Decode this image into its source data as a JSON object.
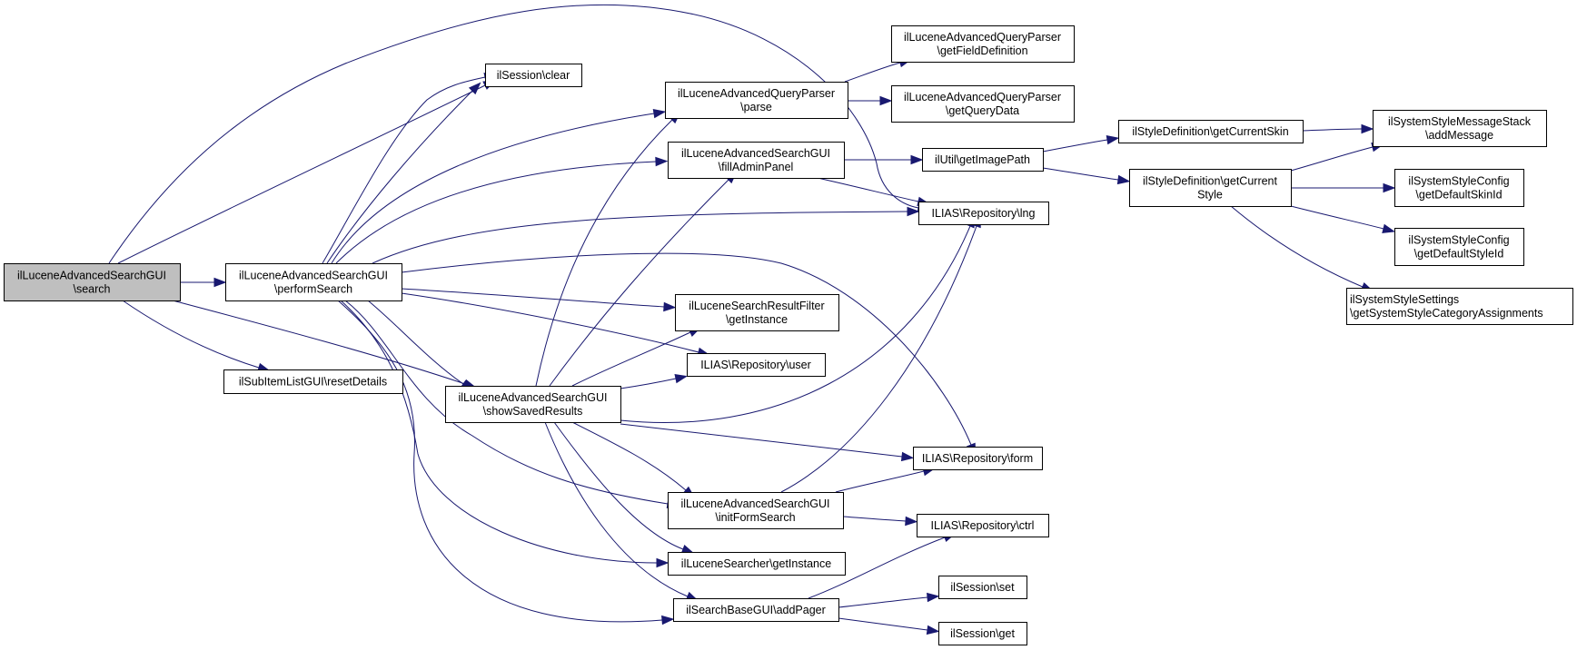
{
  "diagram": {
    "type": "call-graph",
    "colors": {
      "edge": "#191970",
      "root_fill": "#bfbfbf",
      "node_fill": "#ffffff",
      "border": "#000000"
    },
    "nodes": [
      {
        "id": "search",
        "lines": [
          "ilLuceneAdvancedSearchGUI",
          "\\search"
        ],
        "root": true
      },
      {
        "id": "performSearch",
        "lines": [
          "ilLuceneAdvancedSearchGUI",
          "\\performSearch"
        ]
      },
      {
        "id": "resetDetails",
        "lines": [
          "ilSubItemListGUI\\resetDetails"
        ]
      },
      {
        "id": "sessionClear",
        "lines": [
          "ilSession\\clear"
        ]
      },
      {
        "id": "parse",
        "lines": [
          "ilLuceneAdvancedQueryParser",
          "\\parse"
        ]
      },
      {
        "id": "fillAdminPanel",
        "lines": [
          "ilLuceneAdvancedSearchGUI",
          "\\fillAdminPanel"
        ]
      },
      {
        "id": "resultFilter",
        "lines": [
          "ilLuceneSearchResultFilter",
          "\\getInstance"
        ]
      },
      {
        "id": "user",
        "lines": [
          "ILIAS\\Repository\\user"
        ]
      },
      {
        "id": "showSavedResults",
        "lines": [
          "ilLuceneAdvancedSearchGUI",
          "\\showSavedResults"
        ]
      },
      {
        "id": "initFormSearch",
        "lines": [
          "ilLuceneAdvancedSearchGUI",
          "\\initFormSearch"
        ]
      },
      {
        "id": "searcher",
        "lines": [
          "ilLuceneSearcher\\getInstance"
        ]
      },
      {
        "id": "addPager",
        "lines": [
          "ilSearchBaseGUI\\addPager"
        ]
      },
      {
        "id": "getFieldDefinition",
        "lines": [
          "ilLuceneAdvancedQueryParser",
          "\\getFieldDefinition"
        ]
      },
      {
        "id": "getQueryData",
        "lines": [
          "ilLuceneAdvancedQueryParser",
          "\\getQueryData"
        ]
      },
      {
        "id": "getImagePath",
        "lines": [
          "ilUtil\\getImagePath"
        ]
      },
      {
        "id": "lng",
        "lines": [
          "ILIAS\\Repository\\lng"
        ]
      },
      {
        "id": "form",
        "lines": [
          "ILIAS\\Repository\\form"
        ]
      },
      {
        "id": "ctrl",
        "lines": [
          "ILIAS\\Repository\\ctrl"
        ]
      },
      {
        "id": "sessionSet",
        "lines": [
          "ilSession\\set"
        ]
      },
      {
        "id": "sessionGet",
        "lines": [
          "ilSession\\get"
        ]
      },
      {
        "id": "getCurrentSkin",
        "lines": [
          "ilStyleDefinition\\getCurrentSkin"
        ]
      },
      {
        "id": "getCurrentStyle",
        "lines": [
          "ilStyleDefinition\\getCurrent",
          "Style"
        ]
      },
      {
        "id": "addMessage",
        "lines": [
          "ilSystemStyleMessageStack",
          "\\addMessage"
        ]
      },
      {
        "id": "getDefaultSkinId",
        "lines": [
          "ilSystemStyleConfig",
          "\\getDefaultSkinId"
        ]
      },
      {
        "id": "getDefaultStyleId",
        "lines": [
          "ilSystemStyleConfig",
          "\\getDefaultStyleId"
        ]
      },
      {
        "id": "categoryAssignments",
        "lines": [
          "ilSystemStyleSettings",
          "\\getSystemStyleCategoryAssignments"
        ]
      }
    ],
    "edges": [
      {
        "from": "search",
        "to": "performSearch"
      },
      {
        "from": "search",
        "to": "sessionClear"
      },
      {
        "from": "search",
        "to": "lng"
      },
      {
        "from": "search",
        "to": "resetDetails"
      },
      {
        "from": "search",
        "to": "showSavedResults"
      },
      {
        "from": "performSearch",
        "to": "sessionClear"
      },
      {
        "from": "performSearch",
        "to": "parse"
      },
      {
        "from": "performSearch",
        "to": "fillAdminPanel"
      },
      {
        "from": "performSearch",
        "to": "lng"
      },
      {
        "from": "performSearch",
        "to": "form"
      },
      {
        "from": "performSearch",
        "to": "resultFilter"
      },
      {
        "from": "performSearch",
        "to": "user"
      },
      {
        "from": "performSearch",
        "to": "showSavedResults"
      },
      {
        "from": "performSearch",
        "to": "initFormSearch"
      },
      {
        "from": "performSearch",
        "to": "searcher"
      },
      {
        "from": "performSearch",
        "to": "addPager"
      },
      {
        "from": "parse",
        "to": "getFieldDefinition"
      },
      {
        "from": "parse",
        "to": "getQueryData"
      },
      {
        "from": "fillAdminPanel",
        "to": "getImagePath"
      },
      {
        "from": "fillAdminPanel",
        "to": "lng"
      },
      {
        "from": "showSavedResults",
        "to": "parse"
      },
      {
        "from": "showSavedResults",
        "to": "fillAdminPanel"
      },
      {
        "from": "showSavedResults",
        "to": "resultFilter"
      },
      {
        "from": "showSavedResults",
        "to": "user"
      },
      {
        "from": "showSavedResults",
        "to": "lng"
      },
      {
        "from": "showSavedResults",
        "to": "form"
      },
      {
        "from": "showSavedResults",
        "to": "initFormSearch"
      },
      {
        "from": "showSavedResults",
        "to": "searcher"
      },
      {
        "from": "showSavedResults",
        "to": "addPager"
      },
      {
        "from": "initFormSearch",
        "to": "lng"
      },
      {
        "from": "initFormSearch",
        "to": "form"
      },
      {
        "from": "initFormSearch",
        "to": "ctrl"
      },
      {
        "from": "addPager",
        "to": "ctrl"
      },
      {
        "from": "addPager",
        "to": "sessionSet"
      },
      {
        "from": "addPager",
        "to": "sessionGet"
      },
      {
        "from": "getImagePath",
        "to": "getCurrentSkin"
      },
      {
        "from": "getImagePath",
        "to": "getCurrentStyle"
      },
      {
        "from": "getCurrentSkin",
        "to": "addMessage"
      },
      {
        "from": "getCurrentStyle",
        "to": "addMessage"
      },
      {
        "from": "getCurrentStyle",
        "to": "getDefaultSkinId"
      },
      {
        "from": "getCurrentStyle",
        "to": "getDefaultStyleId"
      },
      {
        "from": "getCurrentStyle",
        "to": "categoryAssignments"
      }
    ]
  }
}
